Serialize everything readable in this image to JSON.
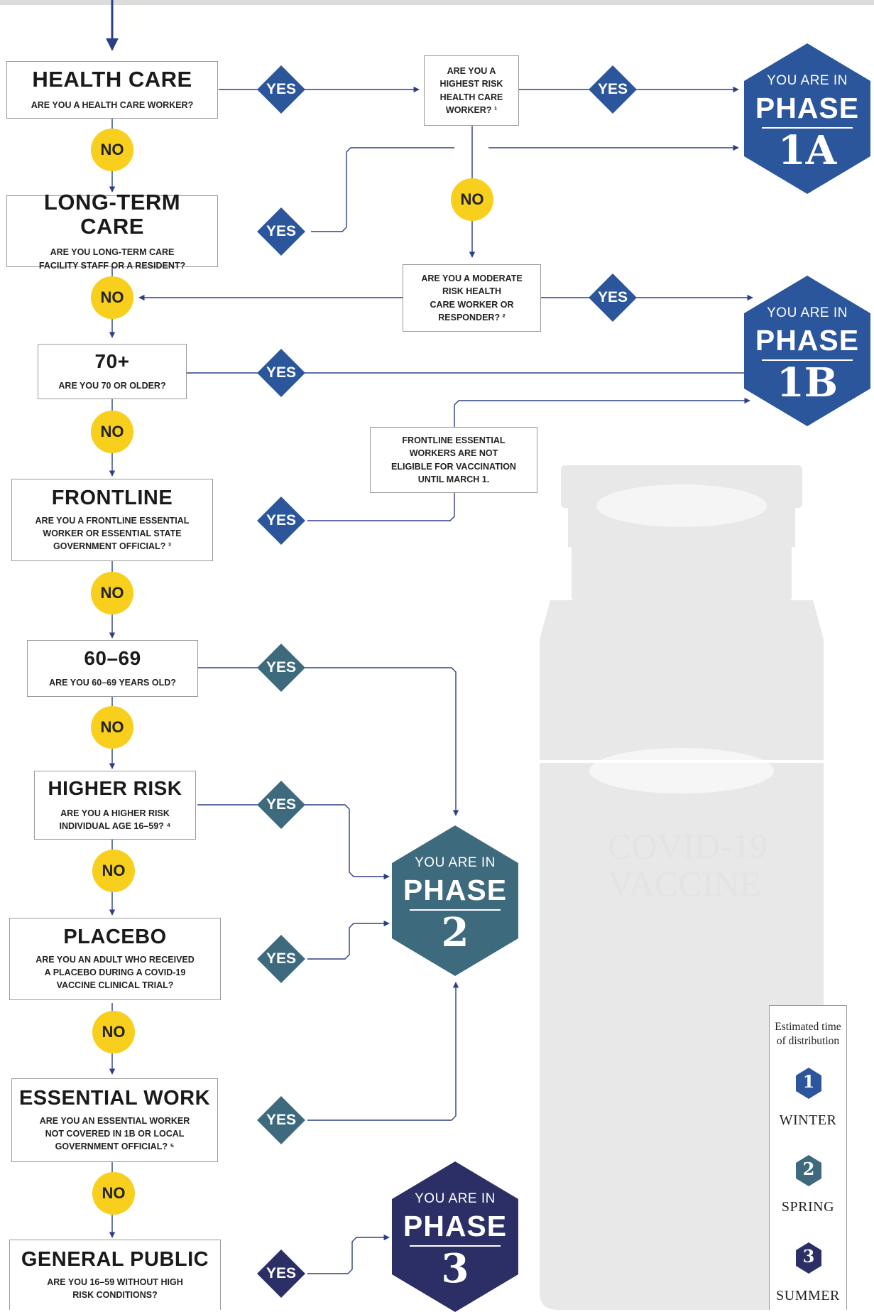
{
  "colors": {
    "phase1": "#2b569c",
    "phase2": "#3e6a7d",
    "phase3": "#2b2f66",
    "no_badge": "#f7cf1c",
    "connector": "#2b3f86",
    "vial": "#e8e8e8"
  },
  "questions": [
    {
      "id": "health-care",
      "title": "HEALTH CARE",
      "text": "ARE YOU A HEALTH CARE WORKER?"
    },
    {
      "id": "long-term-care",
      "title": "LONG-TERM CARE",
      "text": "ARE YOU LONG-TERM CARE\nFACILITY STAFF OR A RESIDENT?"
    },
    {
      "id": "age-70-plus",
      "title": "70+",
      "text": "ARE YOU 70 OR OLDER?"
    },
    {
      "id": "frontline",
      "title": "FRONTLINE",
      "text": "ARE YOU A FRONTLINE ESSENTIAL\nWORKER OR ESSENTIAL STATE\nGOVERNMENT OFFICIAL? ³"
    },
    {
      "id": "age-60-69",
      "title": "60–69",
      "text": "ARE YOU 60–69 YEARS OLD?"
    },
    {
      "id": "higher-risk",
      "title": "HIGHER RISK",
      "text": "ARE YOU A HIGHER RISK\nINDIVIDUAL AGE 16–59? ⁴"
    },
    {
      "id": "placebo",
      "title": "PLACEBO",
      "text": "ARE YOU AN ADULT WHO RECEIVED\nA PLACEBO DURING A COVID-19\nVACCINE CLINICAL TRIAL?"
    },
    {
      "id": "essential-work",
      "title": "ESSENTIAL WORK",
      "text": "ARE YOU AN ESSENTIAL WORKER\nNOT COVERED IN 1B OR LOCAL\nGOVERNMENT OFFICIAL? ⁵"
    },
    {
      "id": "general-public",
      "title": "GENERAL PUBLIC",
      "text": "ARE YOU 16–59 WITHOUT HIGH\nRISK CONDITIONS?"
    }
  ],
  "sub_questions": [
    {
      "id": "highest-risk",
      "text": "ARE YOU A\nHIGHEST RISK\nHEALTH CARE\nWORKER? ¹"
    },
    {
      "id": "moderate-risk",
      "text": "ARE YOU A MODERATE\nRISK HEALTH\nCARE WORKER OR\nRESPONDER? ²"
    },
    {
      "id": "frontline-note",
      "text": "FRONTLINE ESSENTIAL\nWORKERS ARE NOT\nELIGIBLE FOR VACCINATION\nUNTIL MARCH 1."
    }
  ],
  "badges": {
    "yes": "YES",
    "no": "NO"
  },
  "phases": [
    {
      "id": "phase-1a",
      "line1": "YOU ARE IN",
      "line2": "PHASE",
      "line3": "1A"
    },
    {
      "id": "phase-1b",
      "line1": "YOU ARE IN",
      "line2": "PHASE",
      "line3": "1B"
    },
    {
      "id": "phase-2",
      "line1": "YOU ARE IN",
      "line2": "PHASE",
      "line3": "2"
    },
    {
      "id": "phase-3",
      "line1": "YOU ARE IN",
      "line2": "PHASE",
      "line3": "3"
    }
  ],
  "vial_label": [
    "COVID-19",
    "VACCINE"
  ],
  "legend": {
    "title": "Estimated time\nof distribution",
    "items": [
      {
        "number": "1",
        "season": "WINTER"
      },
      {
        "number": "2",
        "season": "SPRING"
      },
      {
        "number": "3",
        "season": "SUMMER"
      }
    ]
  }
}
